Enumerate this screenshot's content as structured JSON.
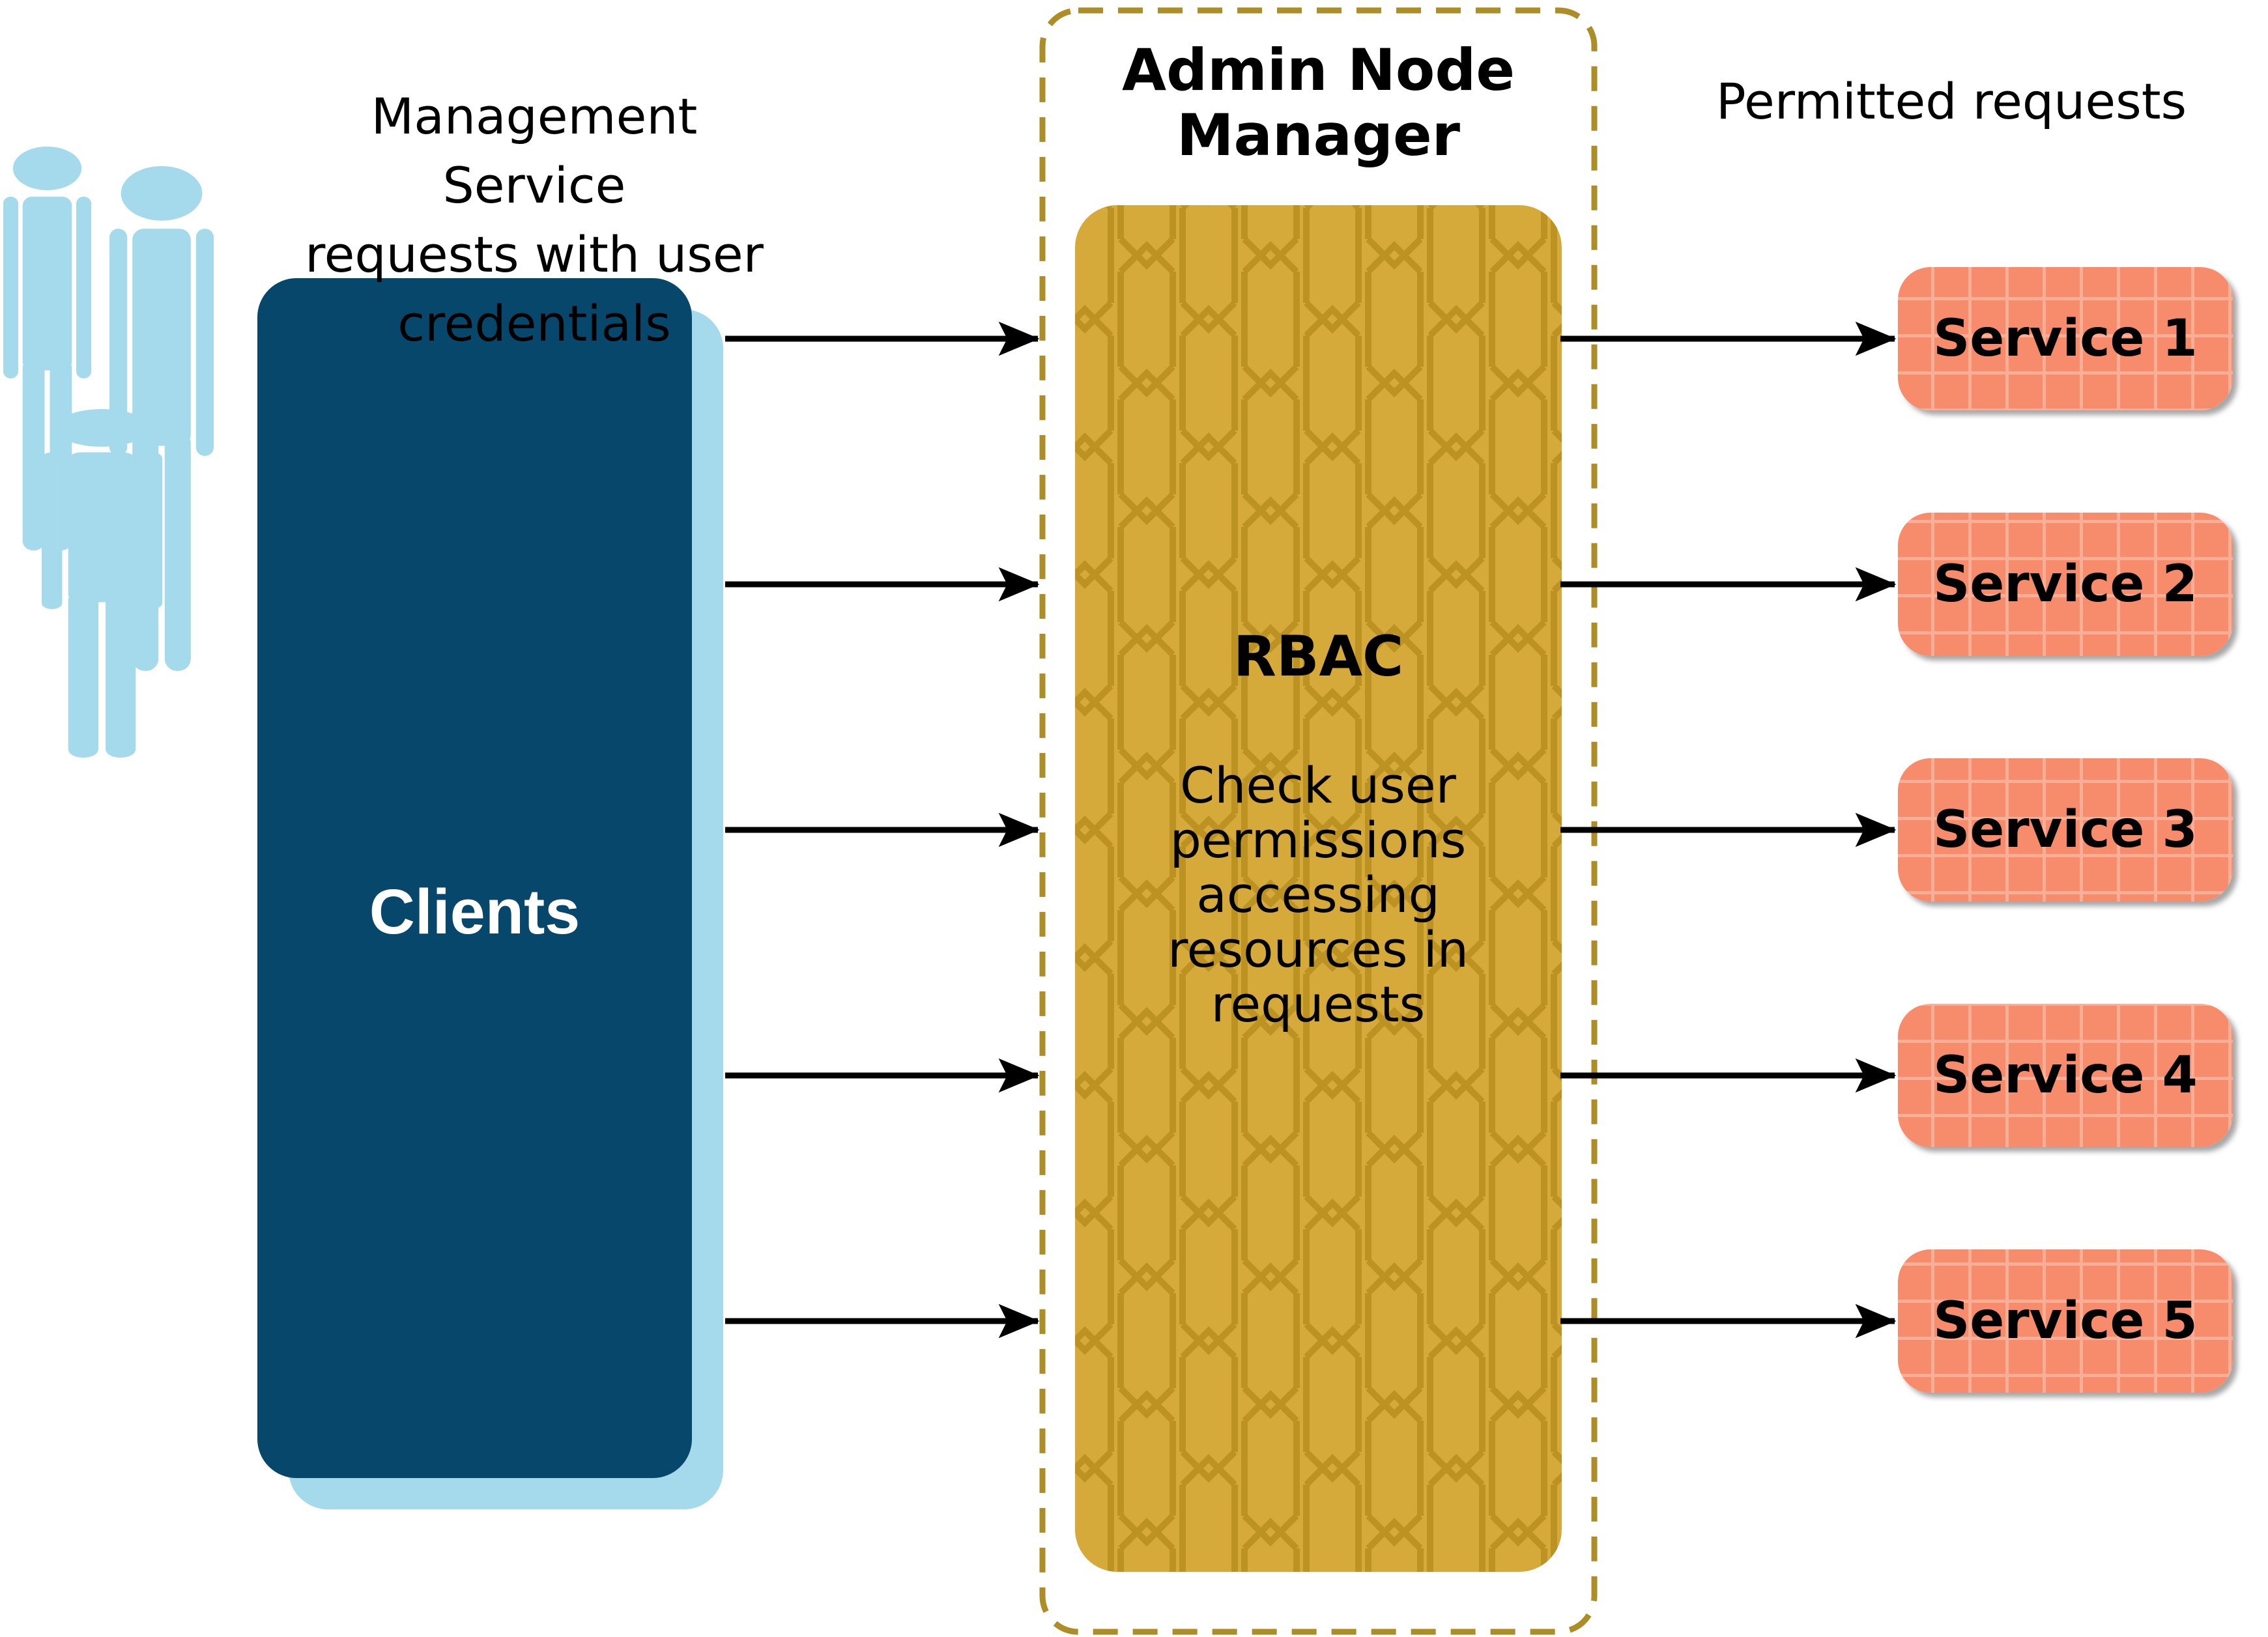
{
  "diagram": {
    "left": {
      "caption": "Management Service\nrequests with user\ncredentials",
      "clients_box_label": "Clients",
      "users_icon": "three-person-silhouettes"
    },
    "center": {
      "container_title": "Admin Node\nManager",
      "rbac_heading": "RBAC",
      "rbac_description": "Check user\npermissions\naccessing\nresources in\nrequests"
    },
    "right": {
      "caption": "Permitted requests",
      "services": [
        {
          "label": "Service 1"
        },
        {
          "label": "Service 2"
        },
        {
          "label": "Service 3"
        },
        {
          "label": "Service 4"
        },
        {
          "label": "Service 5"
        }
      ]
    },
    "colors": {
      "navy": "#07476B",
      "light_blue": "#A5D9EC",
      "gold": "#D6A93B",
      "gold_line": "#BC9222",
      "gold_dash": "#AD8D27",
      "salmon": "#F78C6D",
      "salmon_line": "#FBAE96",
      "arrow": "#000000",
      "text": "#000000"
    }
  }
}
